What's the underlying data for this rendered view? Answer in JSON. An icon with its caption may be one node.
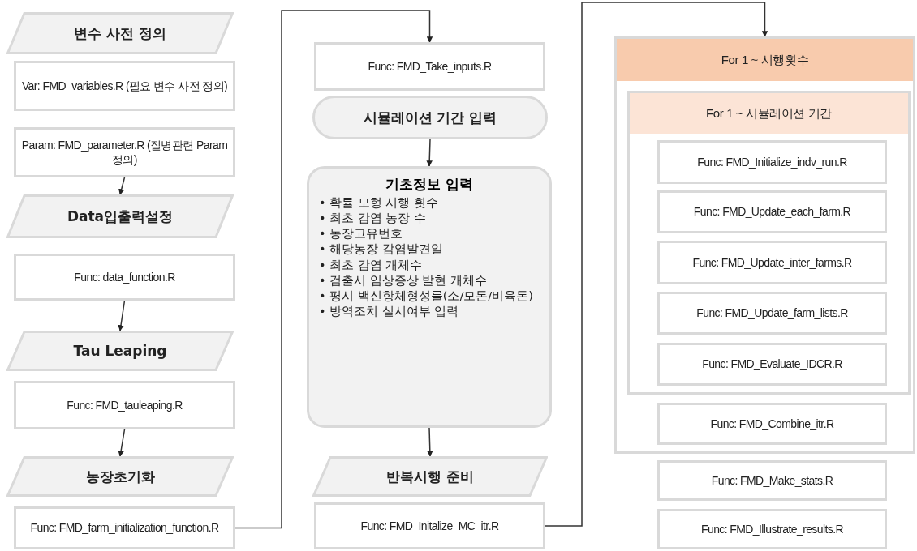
{
  "diagram": {
    "nodes": [
      {
        "text": [
          "변수 사전 정의"
        ]
      },
      {
        "text": [
          "Var: FMD_variables.R (필요 변수 사전 정의)"
        ]
      },
      {
        "text": [
          "Param: FMD_parameter.R (질병관련 Param 정의)"
        ]
      },
      {
        "text": [
          "Data입출력설정"
        ]
      },
      {
        "text": [
          "Func: data_function.R"
        ]
      },
      {
        "text": [
          "Tau Leaping"
        ]
      },
      {
        "text": [
          "Func: FMD_tauleaping.R"
        ]
      },
      {
        "text": [
          "농장초기화"
        ]
      },
      {
        "text": [
          "Func: FMD_farm_initialization_function.R"
        ]
      },
      {
        "text": [
          "Func: FMD_Take_inputs.R"
        ]
      },
      {
        "text": [
          "시뮬레이션 기간 입력"
        ]
      },
      {
        "text": [
          "기초정보 입력",
          "• 확률 모형 시행 횟수",
          "• 최초 감염 농장 수",
          "• 농장고유번호",
          "• 해당농장 감염발견일",
          "• 최초 감염 개체수",
          "• 검출시 임상증상 발현 개체수",
          "• 평시 백신항체형성률(소/모돈/비육돈)",
          "• 방역조치 실시여부 입력"
        ]
      },
      {
        "text": [
          "반복시행 준비"
        ]
      },
      {
        "text": [
          "Func: FMD_Initalize_MC_itr.R"
        ]
      },
      {
        "text": [
          "For 1 ~ 시행횟수"
        ]
      },
      {
        "text": [
          "For 1 ~ 시뮬레이션 기간"
        ],
        "in": 14
      },
      {
        "text": [
          "Func: FMD_Initialize_indv_run.R"
        ],
        "in": 15
      },
      {
        "text": [
          "Func: FMD_Update_each_farm.R"
        ],
        "in": 15
      },
      {
        "text": [
          "Func: FMD_Update_inter_farms.R"
        ],
        "in": 15
      },
      {
        "text": [
          "Func: FMD_Update_farm_lists.R"
        ],
        "in": 15
      },
      {
        "text": [
          "Func: FMD_Evaluate_IDCR.R"
        ],
        "in": 15
      },
      {
        "text": [
          "Func: FMD_Combine_itr.R"
        ],
        "in": 14
      },
      {
        "text": [
          "Func: FMD_Make_stats.R"
        ]
      },
      {
        "text": [
          "Func: FMD_Illustrate_results.R"
        ]
      }
    ],
    "edges": [
      {
        "from": 2,
        "to": 3,
        "arrow": "to"
      },
      {
        "from": 4,
        "to": 5,
        "arrow": "to"
      },
      {
        "from": 6,
        "to": 7,
        "arrow": "to"
      },
      {
        "from": 8,
        "to": 9,
        "arrow": "to"
      },
      {
        "from": 10,
        "to": 11,
        "arrow": "to"
      },
      {
        "from": 11,
        "to": 12,
        "arrow": "to"
      },
      {
        "from": 13,
        "to": 14,
        "arrow": "to"
      }
    ]
  }
}
